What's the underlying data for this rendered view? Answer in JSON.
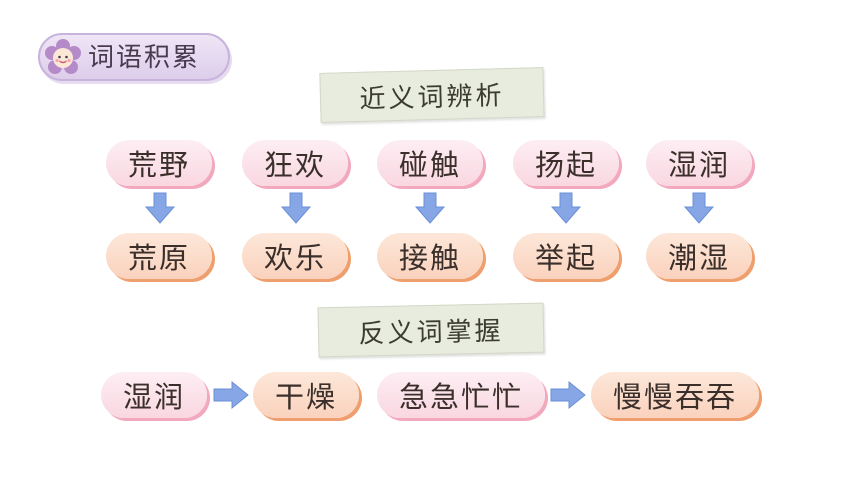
{
  "header": {
    "title": "词语积累",
    "icon": "flower-face-icon"
  },
  "synonyms": {
    "title": "近义词辨析",
    "pairs": [
      {
        "top": "荒野",
        "bottom": "荒原"
      },
      {
        "top": "狂欢",
        "bottom": "欢乐"
      },
      {
        "top": "碰触",
        "bottom": "接触"
      },
      {
        "top": "扬起",
        "bottom": "举起"
      },
      {
        "top": "湿润",
        "bottom": "潮湿"
      }
    ]
  },
  "antonyms": {
    "title": "反义词掌握",
    "pairs": [
      {
        "left": "湿润",
        "right": "干燥"
      },
      {
        "left": "急急忙忙",
        "right": "慢慢吞吞"
      }
    ]
  },
  "colors": {
    "pink_pill": "#f9d7e1",
    "peach_pill": "#fad2bd",
    "arrow": "#7fa0e0",
    "header": "#ddcdea"
  }
}
